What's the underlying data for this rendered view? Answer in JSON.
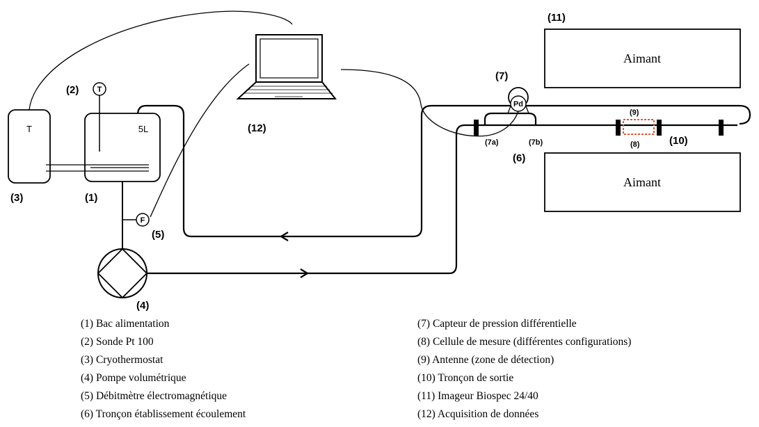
{
  "labels": {
    "n1": "(1)",
    "n2": "(2)",
    "n3": "(3)",
    "n4": "(4)",
    "n5": "(5)",
    "n6": "(6)",
    "n7": "(7)",
    "n7a": "(7a)",
    "n7b": "(7b)",
    "n8": "(8)",
    "n9": "(9)",
    "n10": "(10)",
    "n11": "(11)",
    "n12": "(12)"
  },
  "text": {
    "cryo_letter": "T",
    "tank_volume": "5L",
    "probe_letter": "T",
    "flowmeter_letter": "F",
    "sensor_letter": "Pd",
    "magnet_top": "Aimant",
    "magnet_bottom": "Aimant"
  },
  "legend_left": [
    "(1)  Bac alimentation",
    "(2)  Sonde Pt 100",
    "(3)  Cryothermostat",
    "(4)  Pompe volumétrique",
    "(5)   Débitmètre  électromagnétique",
    "(6)   Tronçon établissement écoulement"
  ],
  "legend_right": [
    "(7)  Capteur de pression différentielle",
    "(8)   Cellule de mesure (différentes configurations)",
    "(9)   Antenne (zone de détection)",
    "(10) Tronçon de sortie",
    "(11)  Imageur Biospec 24/40",
    "(12)  Acquisition de données"
  ],
  "colors": {
    "antenna": "#e8542c",
    "line": "#000000"
  }
}
